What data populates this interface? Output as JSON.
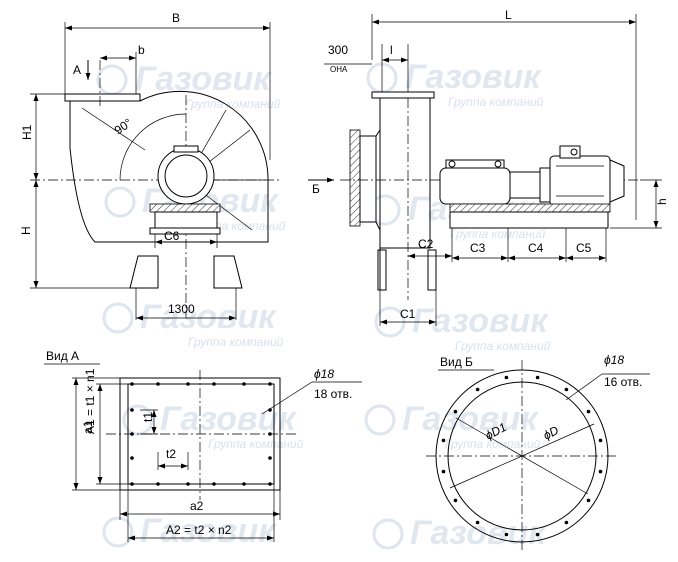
{
  "watermark": {
    "brand": "Газовик",
    "tagline": "Группа компаний"
  },
  "front_view": {
    "dim_B": "B",
    "dim_b": "b",
    "dim_H1": "H1",
    "dim_H": "H",
    "angle": "90°",
    "arrow_A": "A",
    "dim_C6": "C6",
    "dim_1300": "1300"
  },
  "side_view": {
    "dim_L": "L",
    "dim_300": "300",
    "ona": "ОНА",
    "dim_l": "l",
    "arrow_B": "Б",
    "dim_h": "h",
    "dim_C1": "C1",
    "dim_C2": "C2",
    "dim_C3": "C3",
    "dim_C4": "C4",
    "dim_C5": "C5"
  },
  "view_a": {
    "title": "Вид А",
    "hole_dia": "ϕ18",
    "holes": "18 отв.",
    "dim_t1": "t1",
    "dim_t2": "t2",
    "dim_a1": "a1",
    "dim_a2": "a2",
    "dim_A1": "A1 = t1 × n1",
    "dim_A2": "A2 = t2 × n2"
  },
  "view_b": {
    "title": "Вид Б",
    "hole_dia": "ϕ18",
    "holes": "16 отв.",
    "dim_D1": "ϕD1",
    "dim_D": "ϕD"
  }
}
